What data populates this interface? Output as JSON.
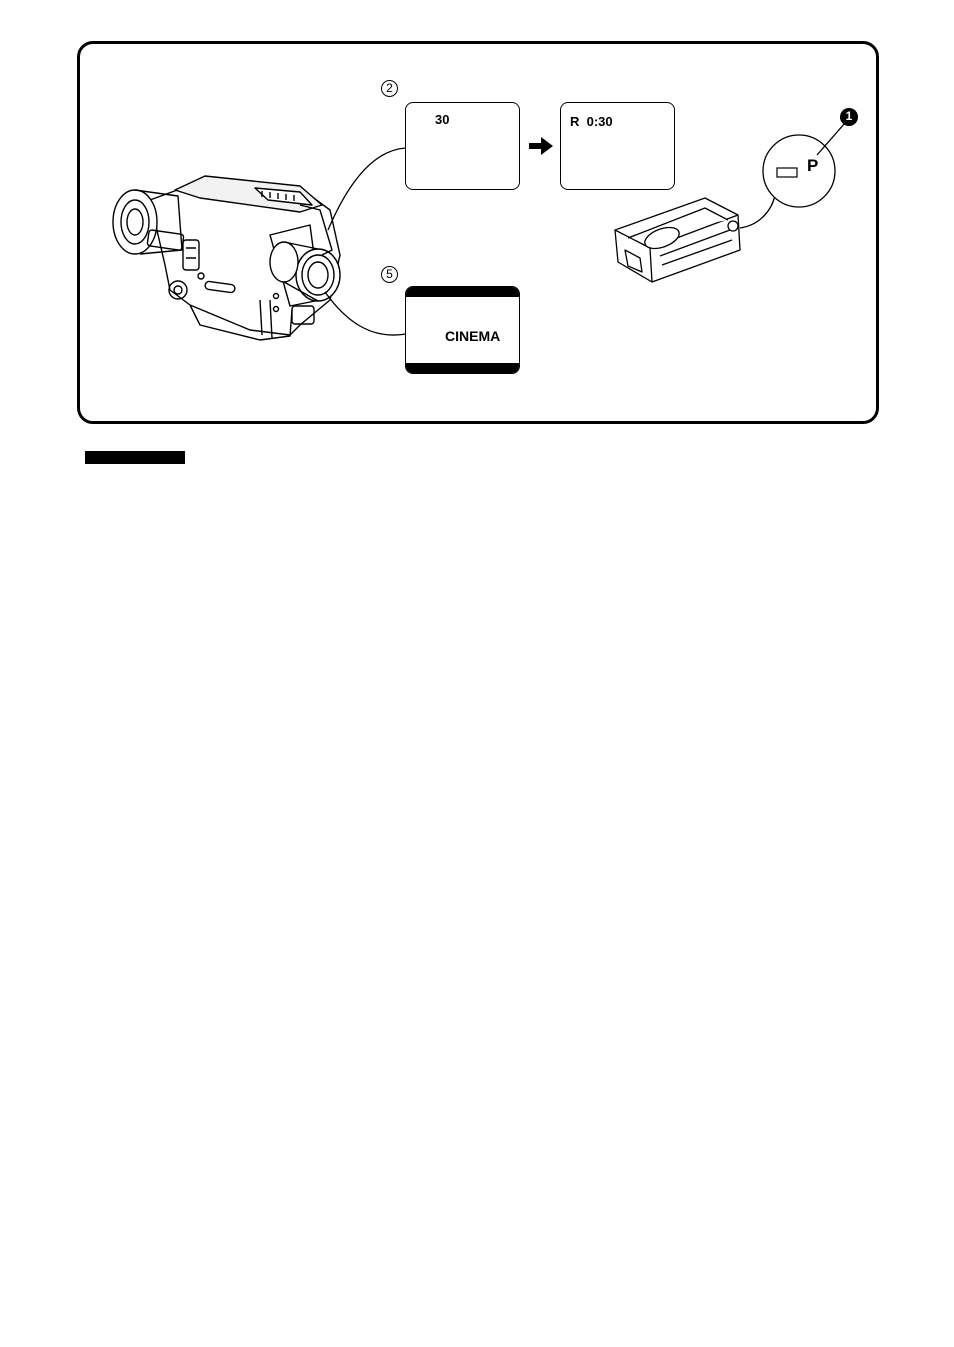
{
  "steps": {
    "step2": "2",
    "step5": "5",
    "step1": "1"
  },
  "screen1": {
    "counter": "30",
    "icon": "cassette-icon"
  },
  "screen2": {
    "text": "R  0:30"
  },
  "screen3": {
    "text": "CINEMA"
  },
  "switch": {
    "label": "P"
  },
  "colors": {
    "ink": "#000000",
    "paper": "#ffffff"
  }
}
